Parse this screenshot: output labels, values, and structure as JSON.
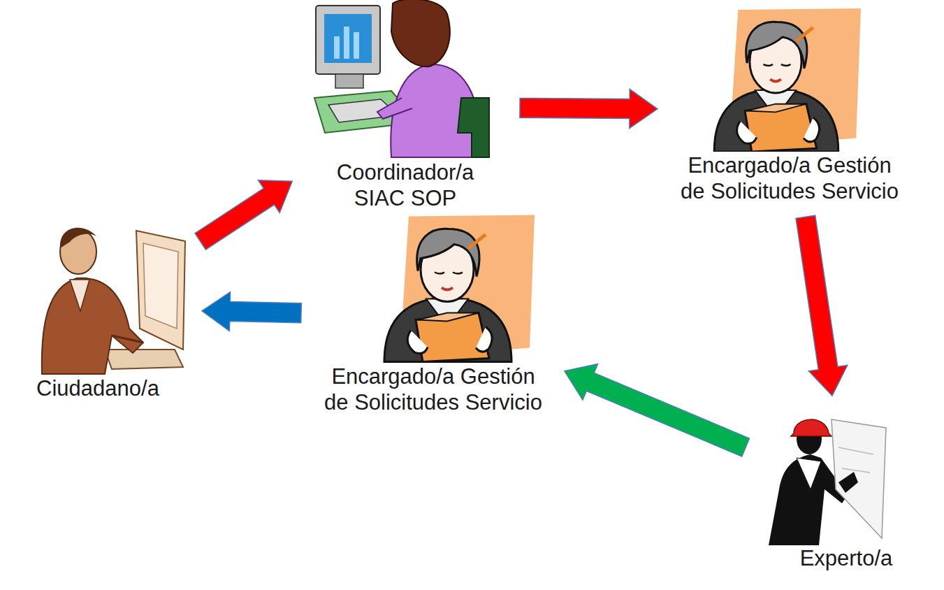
{
  "diagram": {
    "nodes": [
      {
        "text": [
          "Ciudadano/a"
        ]
      },
      {
        "text": [
          "Coordinador/a SIAC SOP"
        ]
      },
      {
        "text": [
          "Encargado/a Gestión de Solicitudes Servicio"
        ]
      },
      {
        "text": [
          "Experto/a"
        ]
      },
      {
        "text": [
          "Encargado/a Gestión de Solicitudes Servicio"
        ]
      }
    ],
    "edges": [
      {
        "from": 0,
        "to": 1,
        "arrow": "to"
      },
      {
        "from": 1,
        "to": 2,
        "arrow": "to"
      },
      {
        "from": 2,
        "to": 3,
        "arrow": "to"
      },
      {
        "from": 3,
        "to": 4,
        "arrow": "to"
      },
      {
        "from": 4,
        "to": 0,
        "arrow": "to"
      }
    ]
  }
}
